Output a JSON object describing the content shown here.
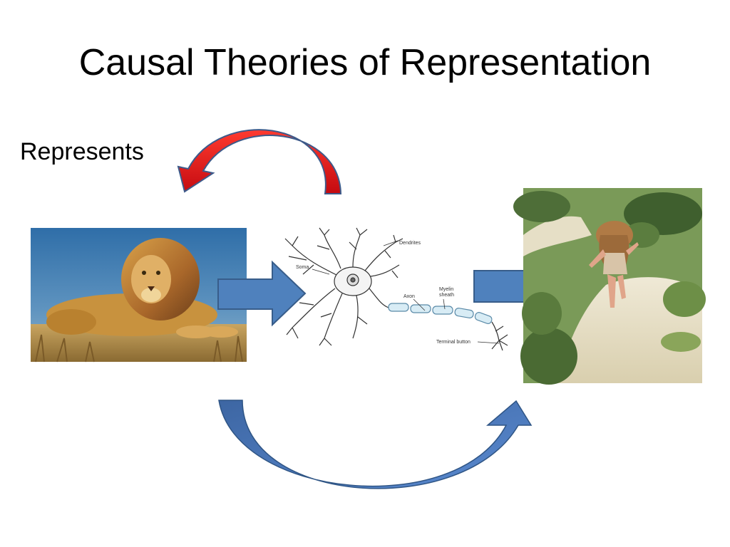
{
  "slide": {
    "title": "Causal Theories of Representation",
    "represents_label": "Represents"
  },
  "neuron_diagram": {
    "labels": {
      "dendrites": "Dendrites",
      "soma": "Soma",
      "axon": "Axon",
      "myelin_line1": "Myelin",
      "myelin_line2": "sheath",
      "terminal": "Terminal button"
    }
  },
  "colors": {
    "blue_arrow": "#4f81bd",
    "blue_arrow_dark": "#385d8a",
    "red_arrow": "#e0181c",
    "red_arrow_dark": "#8c0a0c"
  }
}
